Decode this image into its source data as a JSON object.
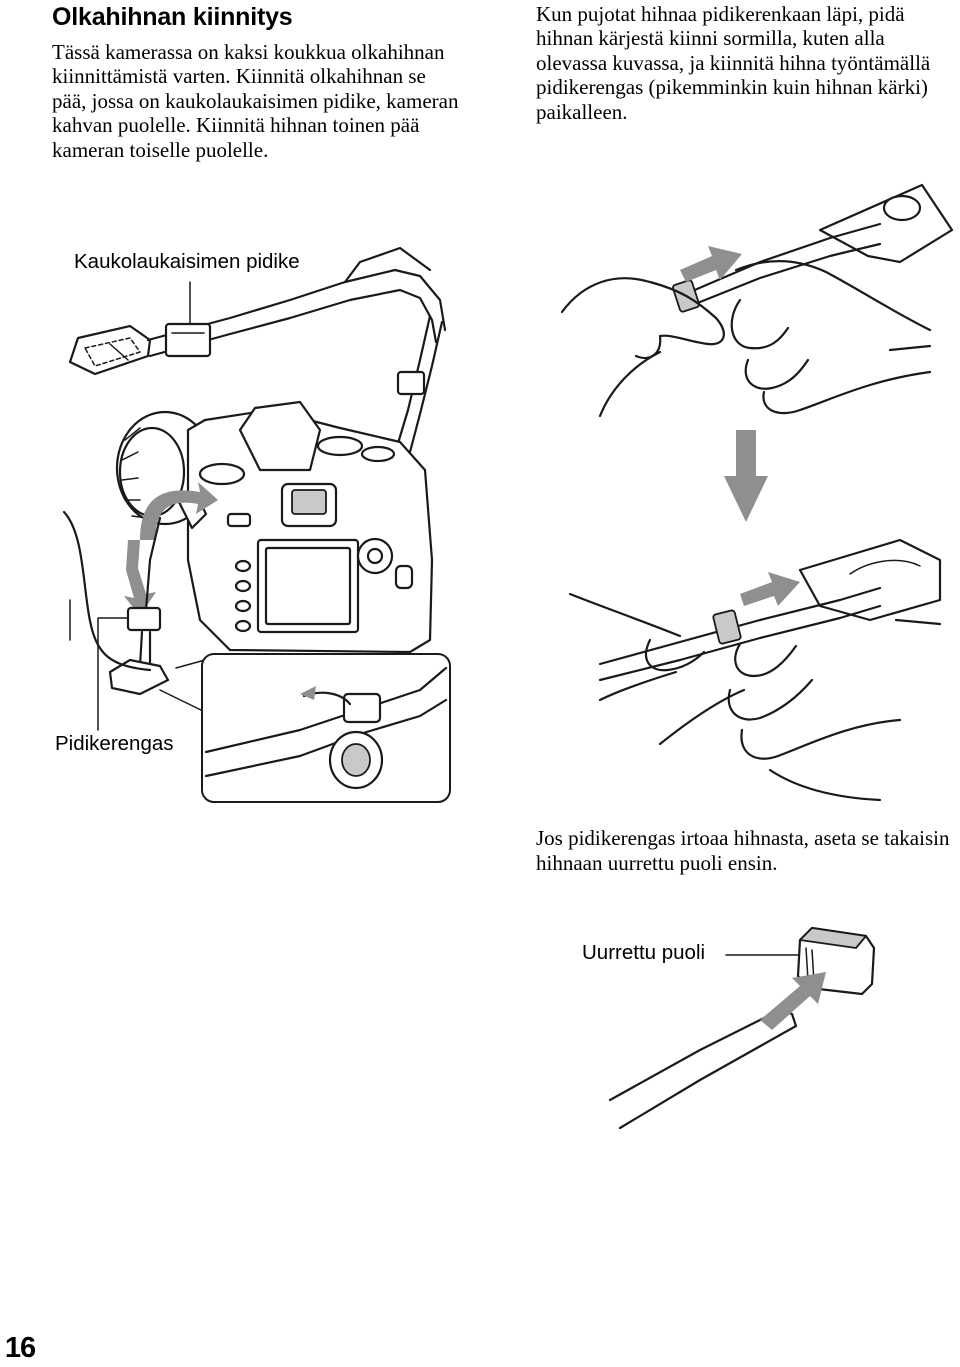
{
  "section": {
    "heading": "Olkahihnan kiinnitys",
    "intro": "Tässä kamerassa on kaksi koukkua olkahihnan kiinnittämistä varten. Kiinnitä olkahihnan se pää, jossa on kaukolaukaisimen pidike, kameran kahvan puolelle. Kiinnitä hihnan toinen pää kameran toiselle puolelle.",
    "instruction": "Kun pujotat hihnaa pidikerenkaan läpi, pidä hihnan kärjestä kiinni sormilla, kuten alla olevassa kuvassa, ja kiinnitä hihna työntämällä pidikerengas (pikemminkin kuin hihnan kärki) paikalleen.",
    "note": "Jos pidikerengas irtoaa hihnasta, aseta se takaisin hihnaan uurrettu puoli ensin."
  },
  "labels": {
    "remote_holder": "Kaukolaukaisimen pidike",
    "strap_ring": "Pidikerengas",
    "grooved_side": "Uurrettu puoli"
  },
  "page_number": "16",
  "colors": {
    "text": "#000000",
    "line_art": "#1a1a1a",
    "arrow": "#8f8f8f",
    "fill_gray": "#c9c9c9"
  },
  "icons": {
    "main": "camera-strap-attachment-illustration",
    "hands_step1": "hands-threading-strap-illustration",
    "down": "down-arrow-icon",
    "hands_step2": "hands-pushing-ring-illustration",
    "ring": "strap-ring-illustration"
  }
}
